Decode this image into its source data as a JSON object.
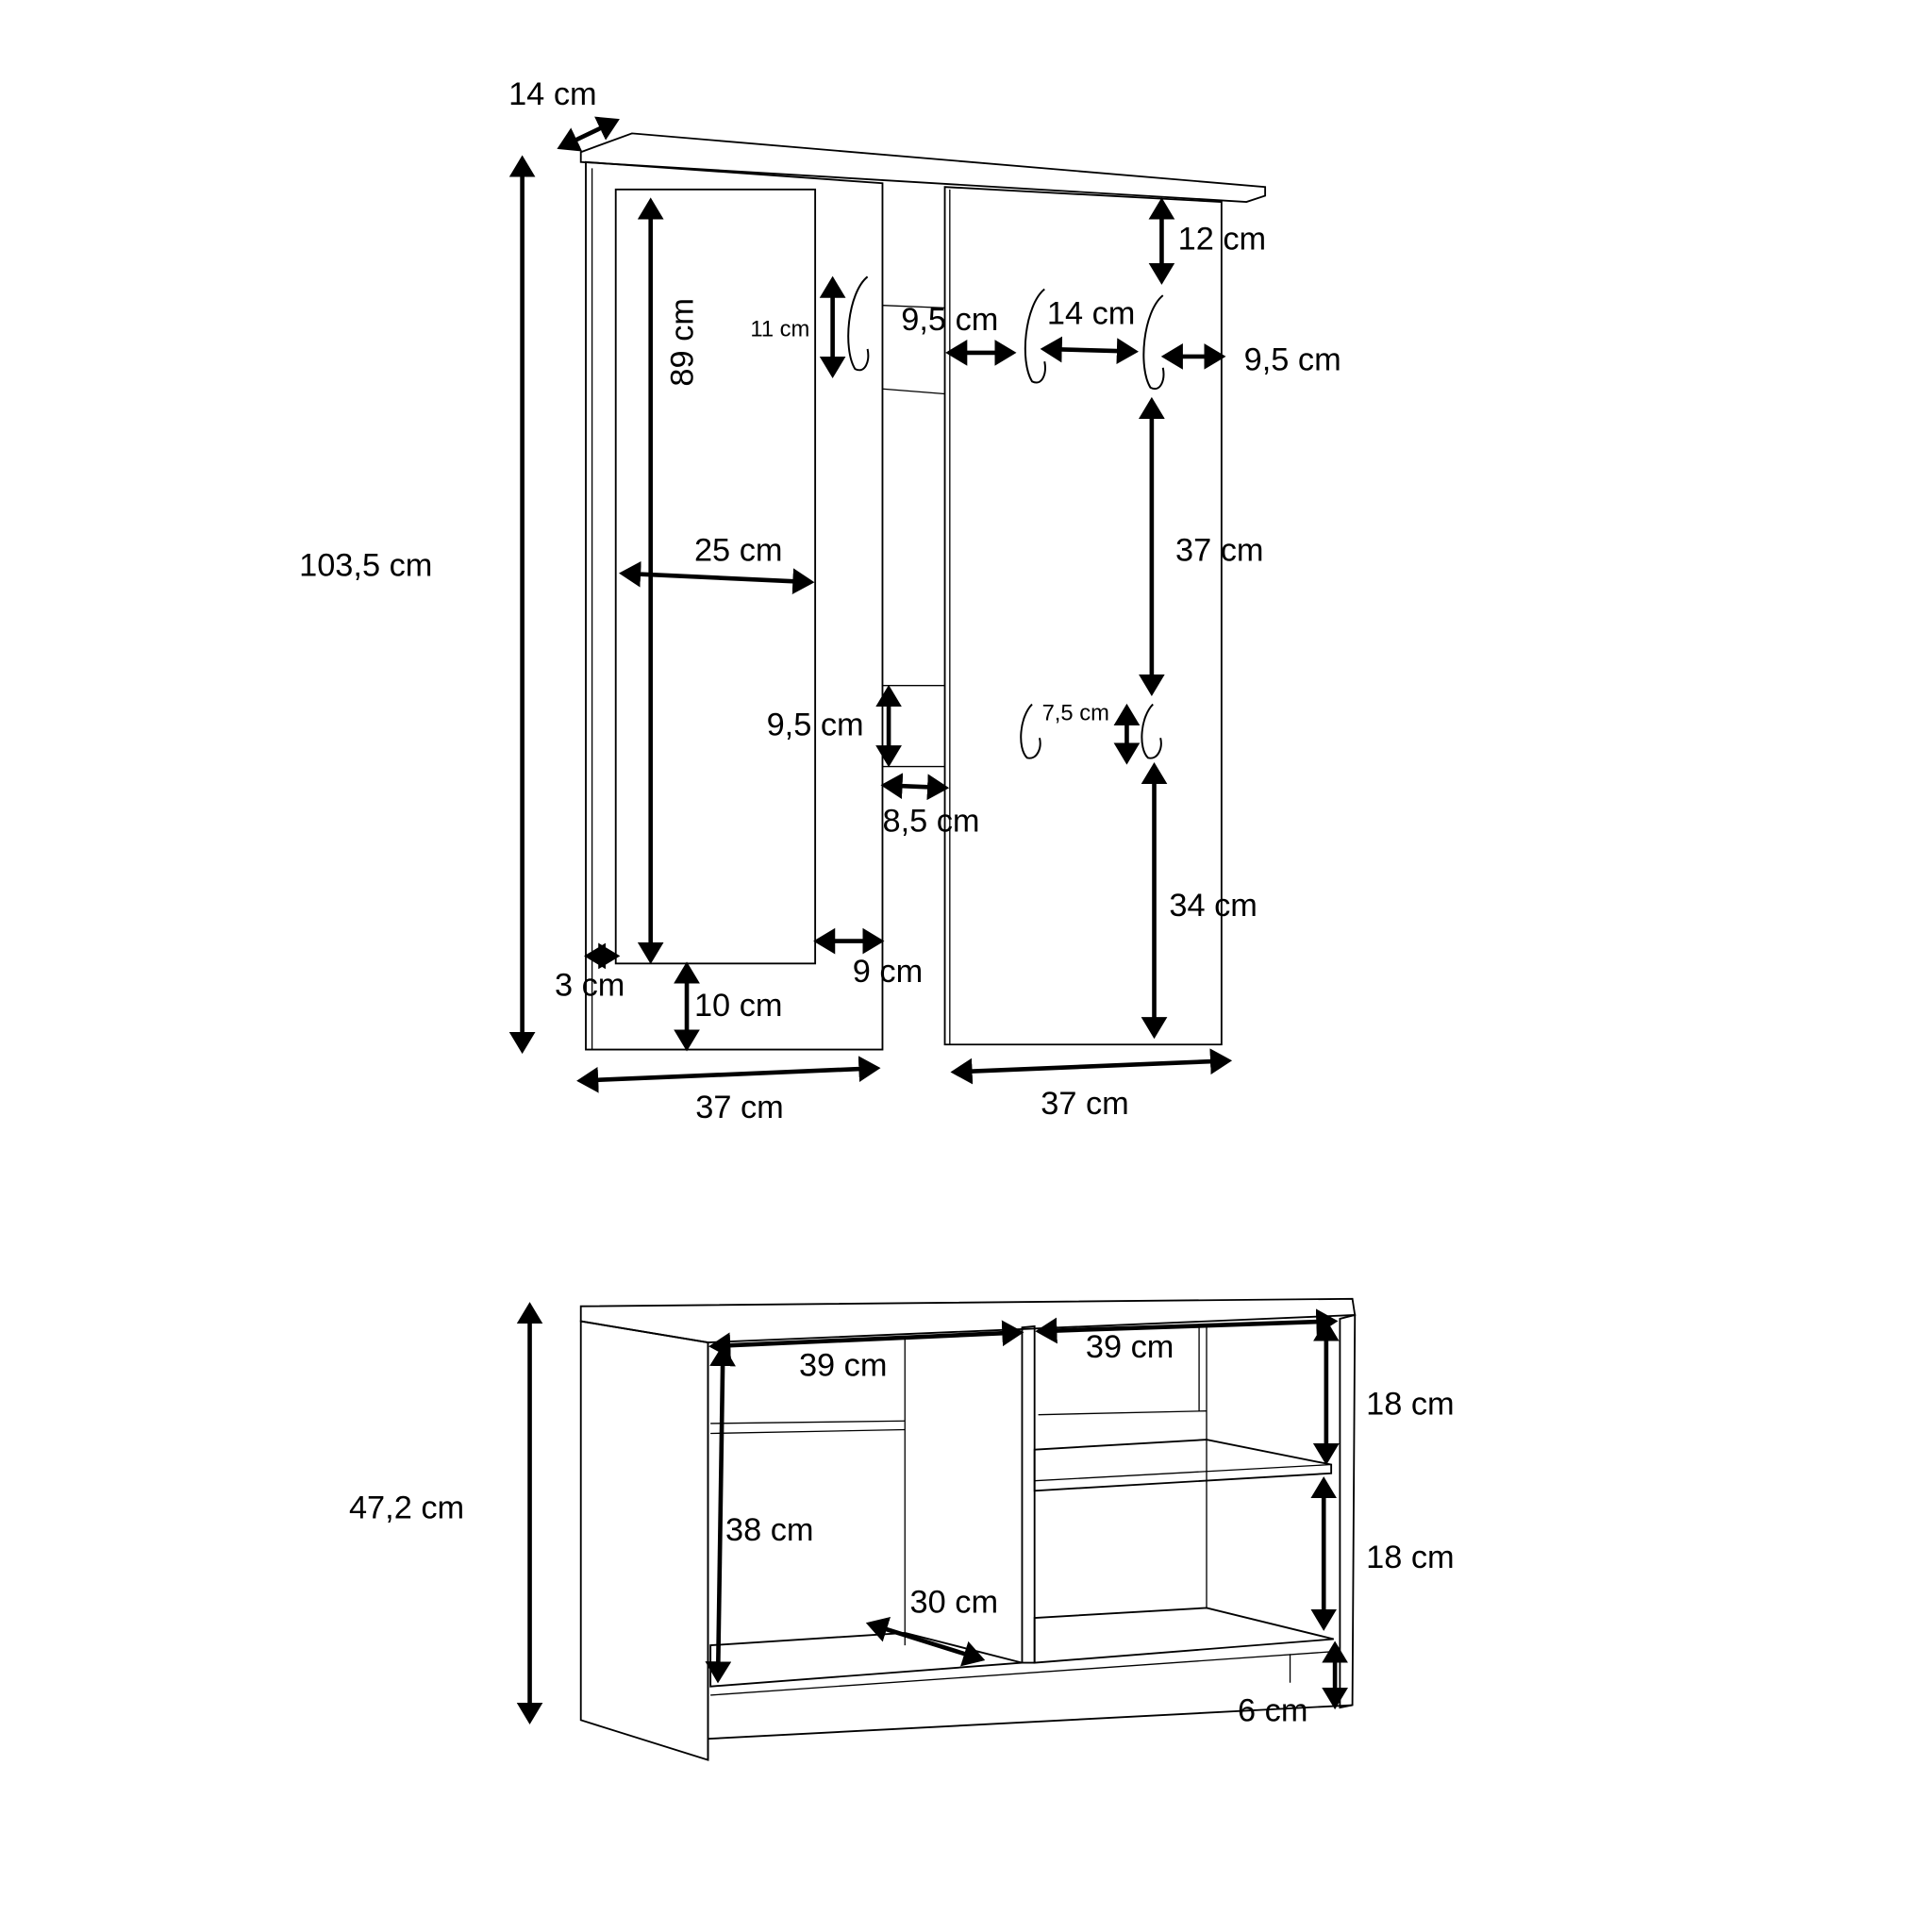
{
  "title": "Hallway furniture set dimensions",
  "wall_unit": {
    "depth": "14 cm",
    "height": "103,5 cm",
    "mirror_height": "89 cm",
    "mirror_width": "25 cm",
    "hook_height": "11 cm",
    "hook_gap_left": "9,5 cm",
    "hook_spacing": "14 cm",
    "hook_gap_right": "9,5 cm",
    "top_gap": "12 cm",
    "hooks_vertical_gap": "37 cm",
    "small_hook_height": "7,5 cm",
    "bottom_gap": "34 cm",
    "back_panel_height": "9,5 cm",
    "back_panel_gap": "8,5 cm",
    "mirror_side_margin": "3 cm",
    "mirror_bottom_margin": "10 cm",
    "mirror_right_margin": "9 cm",
    "left_panel_width": "37 cm",
    "right_panel_width": "37 cm"
  },
  "shoe_cabinet": {
    "height": "47,2 cm",
    "left_width": "39 cm",
    "right_width": "39 cm",
    "left_height": "38 cm",
    "depth": "30 cm",
    "upper_shelf": "18 cm",
    "lower_shelf": "18 cm",
    "plinth": "6 cm"
  }
}
